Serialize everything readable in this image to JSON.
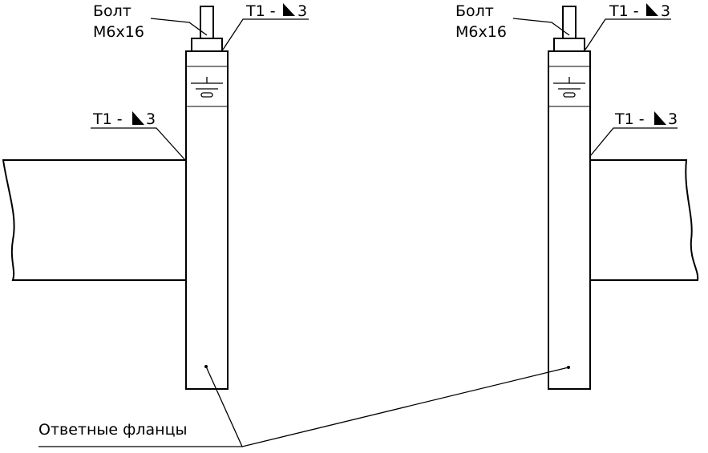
{
  "left": {
    "bolt_label_line1": "Болт",
    "bolt_label_line2": "М6х16",
    "weld_top": "T1 - ",
    "weld_top_leg": "3",
    "weld_side": "T1 - ",
    "weld_side_leg": "3"
  },
  "right": {
    "bolt_label_line1": "Болт",
    "bolt_label_line2": "М6х16",
    "weld_top": "T1 - ",
    "weld_top_leg": "3",
    "weld_side": "T1 - ",
    "weld_side_leg": "3"
  },
  "flanges_label": "Ответные фланцы",
  "icons": {
    "ground": "ground-symbol-icon",
    "weld": "fillet-weld-triangle-icon"
  }
}
